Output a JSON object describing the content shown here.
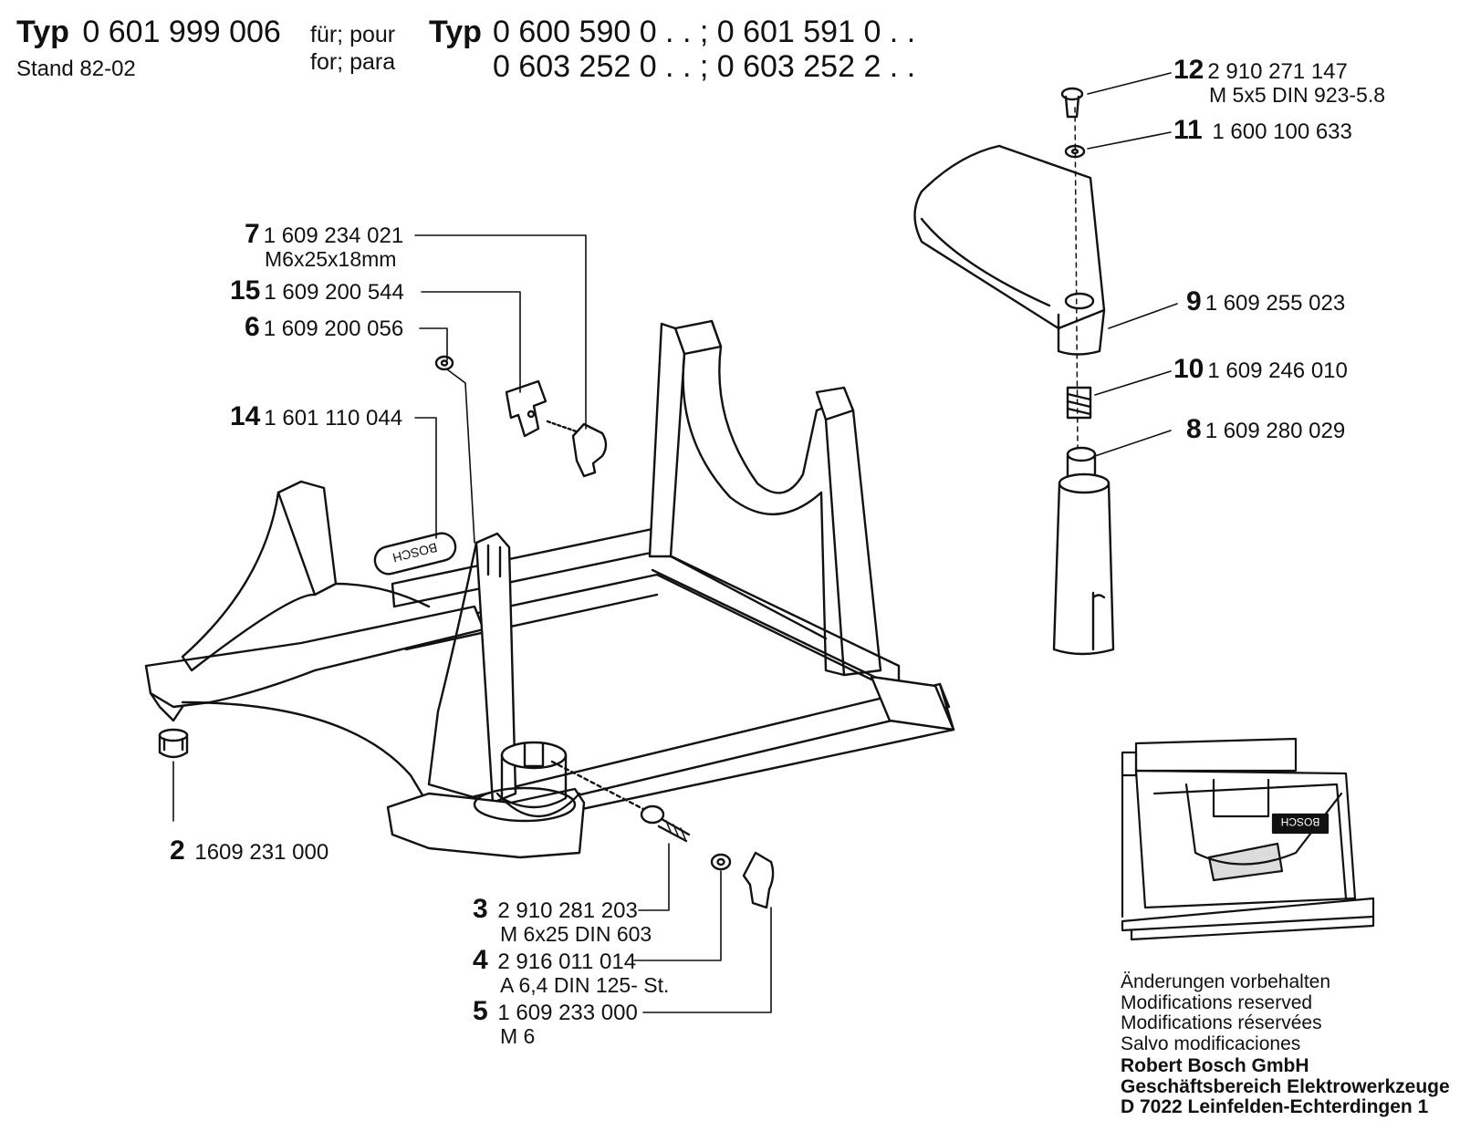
{
  "header": {
    "left_typ_label": "Typ",
    "left_typ_number": "0 601 999 006",
    "stand": "Stand 82-02",
    "fuer_pour": "für; pour",
    "for_para": "for; para",
    "right_typ_label": "Typ",
    "right_line_1": "0 600 590 0 . .  ;  0 601 591 0 . .",
    "right_line_2": "0 603 252 0 . .  ;  0 603 252 2 . ."
  },
  "parts": [
    {
      "num": "12",
      "code": "2 910 271 147",
      "spec": "M 5x5 DIN 923-5.8"
    },
    {
      "num": "11",
      "code": "1 600 100 633",
      "spec": ""
    },
    {
      "num": "9",
      "code": "1 609 255 023",
      "spec": ""
    },
    {
      "num": "10",
      "code": "1 609 246 010",
      "spec": ""
    },
    {
      "num": "8",
      "code": "1 609 280 029",
      "spec": ""
    },
    {
      "num": "7",
      "code": "1 609 234 021",
      "spec": "M6x25x18mm"
    },
    {
      "num": "15",
      "code": "1 609 200 544",
      "spec": ""
    },
    {
      "num": "6",
      "code": "1 609 200 056",
      "spec": ""
    },
    {
      "num": "14",
      "code": "1 601 110 044",
      "spec": ""
    },
    {
      "num": "2",
      "code": "1609 231 000",
      "spec": ""
    },
    {
      "num": "3",
      "code": "2 910 281 203",
      "spec": "M 6x25 DIN 603"
    },
    {
      "num": "4",
      "code": "2 916 011 014",
      "spec": "A 6,4 DIN 125- St."
    },
    {
      "num": "5",
      "code": "1 609 233 000",
      "spec": "M 6"
    }
  ],
  "footer": {
    "lines": [
      "Änderungen vorbehalten",
      "Modifications reserved",
      "Modifications réservées",
      "Salvo modificaciones"
    ],
    "company": [
      "Robert Bosch GmbH",
      "Geschäftsbereich Elektrowerkzeuge",
      "D 7022 Leinfelden-Echterdingen 1"
    ]
  },
  "logo_text": "BOSCH"
}
